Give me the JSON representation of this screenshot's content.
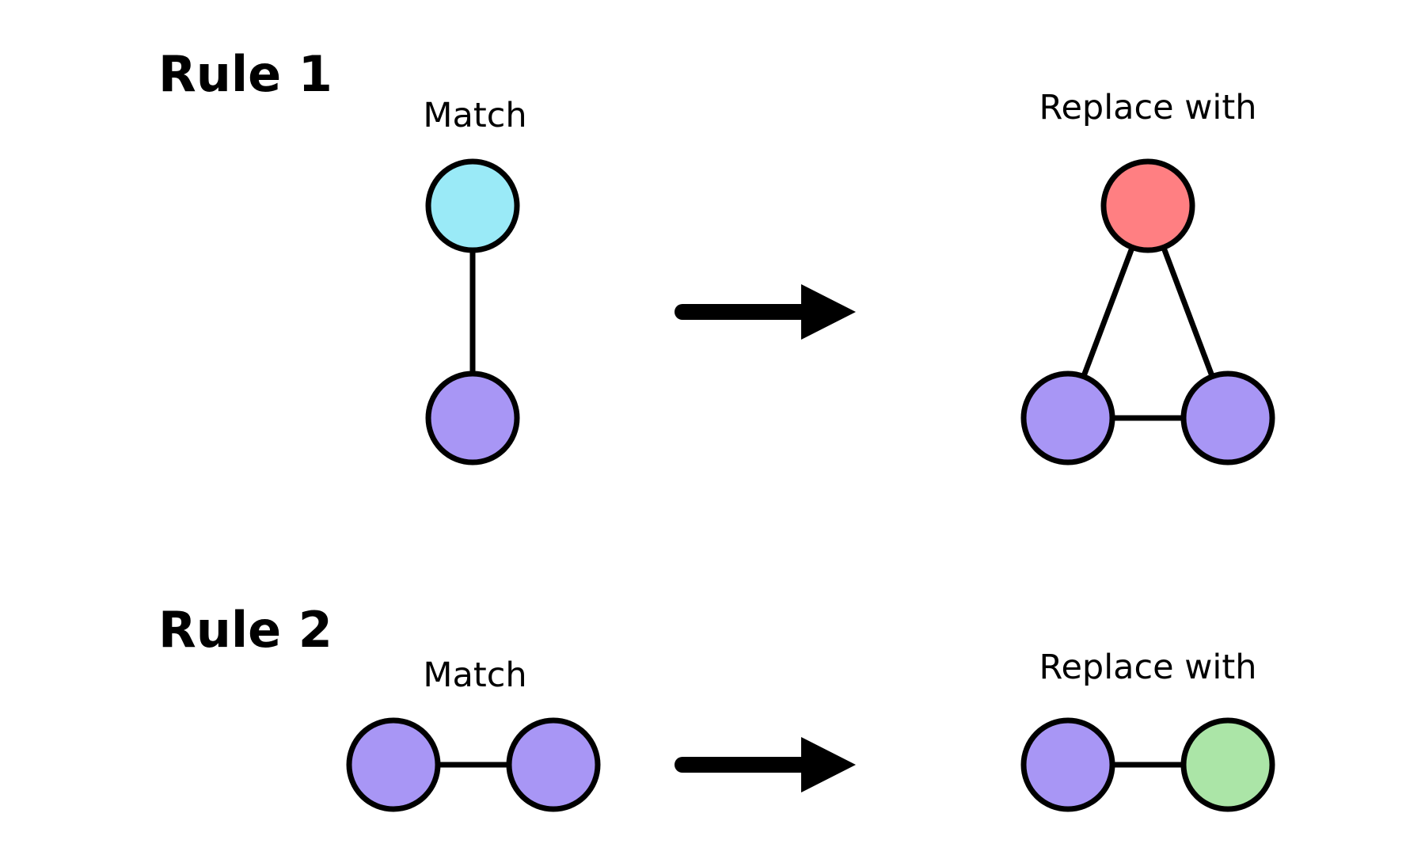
{
  "colors": {
    "cyan": "#9aeaf7",
    "purple": "#a896f5",
    "red": "#ff7f82",
    "green": "#abe5a7",
    "stroke": "#000000"
  },
  "rules": [
    {
      "title": "Rule 1",
      "match_label": "Match",
      "replace_label": "Replace with",
      "match_nodes": [
        "cyan",
        "purple"
      ],
      "replace_nodes": [
        "red",
        "purple",
        "purple"
      ]
    },
    {
      "title": "Rule 2",
      "match_label": "Match",
      "replace_label": "Replace with",
      "match_nodes": [
        "purple",
        "purple"
      ],
      "replace_nodes": [
        "purple",
        "green"
      ]
    }
  ]
}
